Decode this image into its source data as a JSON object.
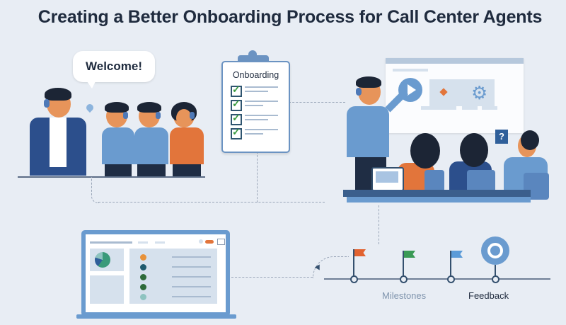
{
  "title": "Creating a Better Onboarding Process for Call Center Agents",
  "welcome_scene": {
    "speech_bubble": "Welcome!",
    "people": [
      "manager",
      "agent-1",
      "agent-2",
      "agent-3"
    ]
  },
  "checklist": {
    "title": "Onboarding",
    "items_checked": 4
  },
  "training_scene": {
    "screen_icons": [
      "play-icon",
      "gear-icon"
    ],
    "question_badge": "?"
  },
  "dashboard": {
    "list_dot_colors": [
      "#e8923a",
      "#1f5a6e",
      "#2e6b3a",
      "#2e6b3a",
      "#8ec3c0"
    ]
  },
  "timeline": {
    "flags": [
      {
        "color": "#e2622f"
      },
      {
        "color": "#3a9a55"
      },
      {
        "color": "#5b9bd8"
      }
    ],
    "labels": {
      "milestones": "Milestones",
      "feedback": "Feedback"
    }
  },
  "colors": {
    "background": "#e8edf4",
    "title": "#1f2b3e",
    "accent_blue": "#6a9bcf",
    "navy": "#2f5f9a",
    "orange": "#e2753b"
  }
}
